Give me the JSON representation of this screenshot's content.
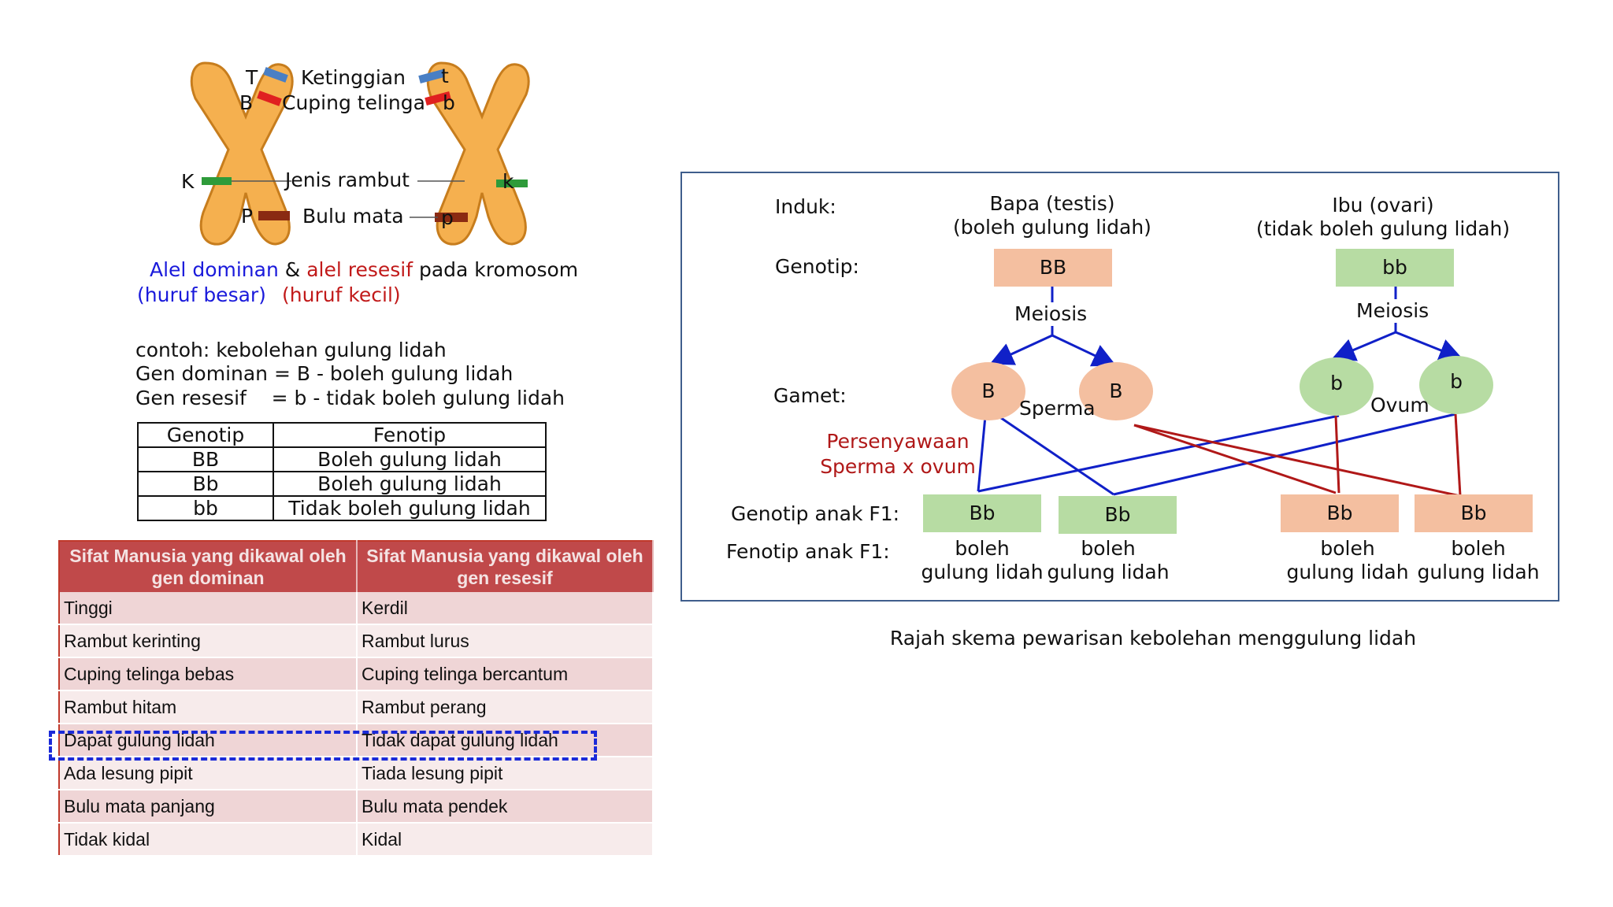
{
  "chromosome": {
    "labels": {
      "t_left": "T",
      "b_left": "B",
      "k_left": "K",
      "p_left": "P",
      "t_right": "t",
      "b_right": "b",
      "k_right": "k",
      "p_right": "p",
      "ketinggian": "Ketinggian",
      "cuping": "Cuping telinga",
      "jenis_rambut": "Jenis rambut",
      "bulu_mata": "Bulu mata"
    },
    "colors": {
      "body": "#f5b04f",
      "outline": "#c77d1d",
      "blue": "#4a7fc4",
      "red": "#e02020",
      "green": "#2e9b3a",
      "brown": "#8a2a12"
    }
  },
  "caption_left": {
    "dominan": "Alel dominan",
    "amp": "&",
    "resesif": "alel resesif",
    "pada": "pada kromosom",
    "huruf_besar": "(huruf besar)",
    "huruf_kecil": "(huruf kecil)",
    "color_dominan": "#1a1adb",
    "color_resesif": "#c11a1a"
  },
  "contoh": {
    "line1": "contoh: kebolehan gulung lidah",
    "line2": "Gen dominan = B - boleh gulung lidah",
    "line3": "Gen resesif    = b - tidak boleh gulung lidah"
  },
  "genotype_table": {
    "headers": [
      "Genotip",
      "Fenotip"
    ],
    "rows": [
      [
        "BB",
        "Boleh gulung lidah"
      ],
      [
        "Bb",
        "Boleh gulung lidah"
      ],
      [
        "bb",
        "Tidak boleh gulung lidah"
      ]
    ]
  },
  "traits_table": {
    "headers": [
      "Sifat Manusia yang dikawal oleh gen dominan",
      "Sifat Manusia yang dikawal oleh gen resesif"
    ],
    "rows": [
      [
        "Tinggi",
        "Kerdil"
      ],
      [
        "Rambut kerinting",
        "Rambut lurus"
      ],
      [
        "Cuping telinga bebas",
        "Cuping telinga bercantum"
      ],
      [
        "Rambut hitam",
        "Rambut perang"
      ],
      [
        "Dapat gulung lidah",
        "Tidak dapat gulung lidah"
      ],
      [
        "Ada lesung pipit",
        "Tiada lesung pipit"
      ],
      [
        "Bulu mata panjang",
        "Bulu mata pendek"
      ],
      [
        "Tidak kidal",
        "Kidal"
      ]
    ],
    "highlight_row": 4,
    "highlight_color": "#1b2ad8"
  },
  "diagram": {
    "row_labels": {
      "induk": "Induk:",
      "genotip": "Genotip:",
      "gamet": "Gamet:",
      "genotip_f1": "Genotip anak F1:",
      "fenotip_f1": "Fenotip anak F1:"
    },
    "father": {
      "line1": "Bapa (testis)",
      "line2": "(boleh gulung lidah)",
      "genotype": "BB"
    },
    "mother": {
      "line1": "Ibu (ovari)",
      "line2": "(tidak boleh gulung lidah)",
      "genotype": "bb"
    },
    "meiosis_left": "Meiosis",
    "meiosis_right": "Meiosis",
    "gametes_father": [
      "B",
      "B"
    ],
    "gametes_mother": [
      "b",
      "b"
    ],
    "sperma": "Sperma",
    "ovum": "Ovum",
    "fertilization": {
      "line1": "Persenyawaan",
      "line2": "Sperma x ovum",
      "color": "#b01818"
    },
    "offspring": [
      {
        "genotype": "Bb",
        "phen1": "boleh",
        "phen2": "gulung lidah"
      },
      {
        "genotype": "Bb",
        "phen1": "boleh",
        "phen2": "gulung lidah"
      },
      {
        "genotype": "Bb",
        "phen1": "boleh",
        "phen2": "gulung lidah"
      },
      {
        "genotype": "Bb",
        "phen1": "boleh",
        "phen2": "gulung lidah"
      }
    ],
    "colors": {
      "peach": "#f4bfa0",
      "green": "#b7dca3",
      "blue_line": "#1020c8",
      "red_line": "#b01818",
      "frame": "#3f5e8c"
    }
  },
  "diagram_caption": "Rajah skema pewarisan kebolehan menggulung lidah"
}
